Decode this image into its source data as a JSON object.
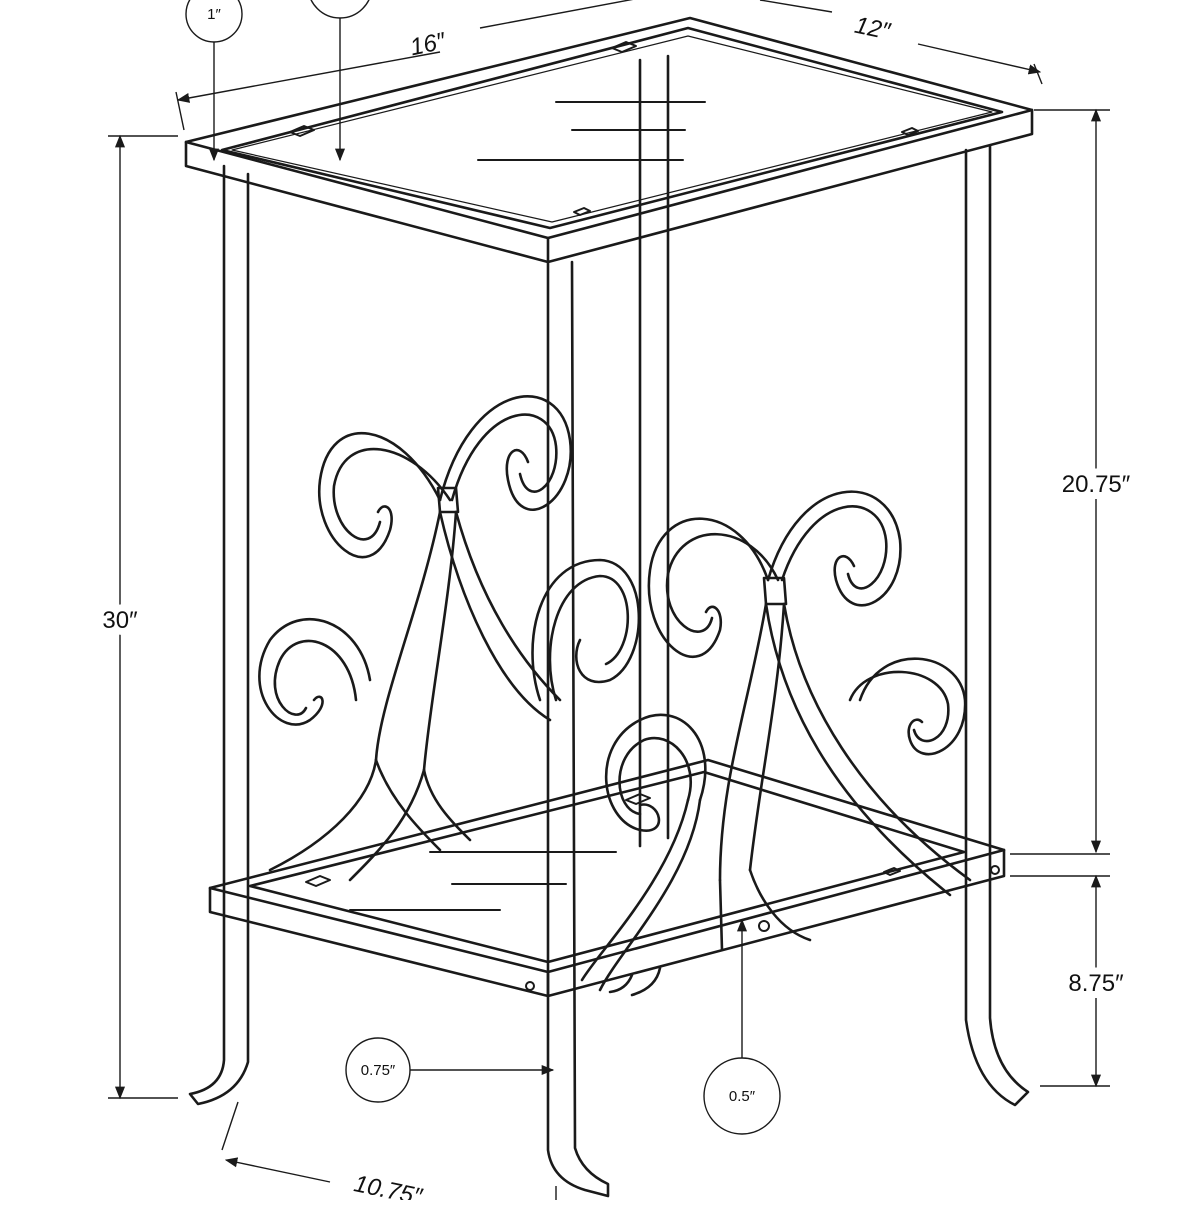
{
  "diagram": {
    "line_color": "#1a1a1a",
    "background": "#ffffff",
    "labels": {
      "callout_top_left": "1″",
      "top_width": "16″",
      "top_depth": "12″",
      "total_height": "30″",
      "upper_height": "20.75″",
      "lower_height": "8.75″",
      "callout_leg": "0.75″",
      "callout_shelf": "0.5″",
      "bottom_depth": "10.75″"
    }
  }
}
